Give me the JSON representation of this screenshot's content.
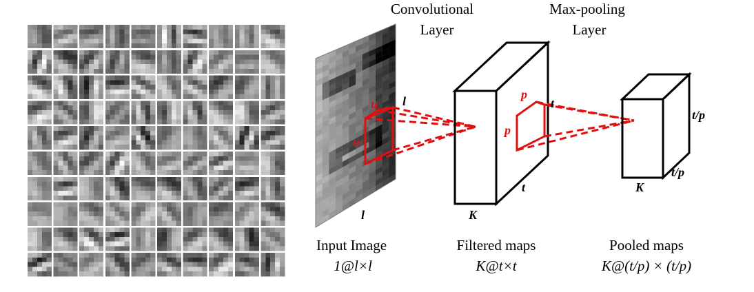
{
  "filters": {
    "rows": 10,
    "cols": 10
  },
  "labels": {
    "conv_layer_line1": "Convolutional",
    "conv_layer_line2": "Layer",
    "pool_layer_line1": "Max-pooling",
    "pool_layer_line2": "Layer",
    "input_title": "Input Image",
    "input_dims": "1@l×l",
    "filtered_title": "Filtered maps",
    "filtered_dims": "K@t×t",
    "pooled_title": "Pooled maps",
    "pooled_dims": "K@(t/p) × (t/p)"
  },
  "dims": {
    "input_l_right": "l",
    "input_l_bottom": "l",
    "kernel_u_top": "u",
    "kernel_u_side": "u",
    "conv_K": "K",
    "conv_t_bottom": "t",
    "conv_t_top": "t",
    "pool_p_top": "p",
    "pool_p_side": "p",
    "pool_K": "K",
    "pool_tp_side": "t/p",
    "pool_tp_bottom": "t/p"
  },
  "colors": {
    "accent": "#e01010",
    "stroke": "#000000"
  }
}
